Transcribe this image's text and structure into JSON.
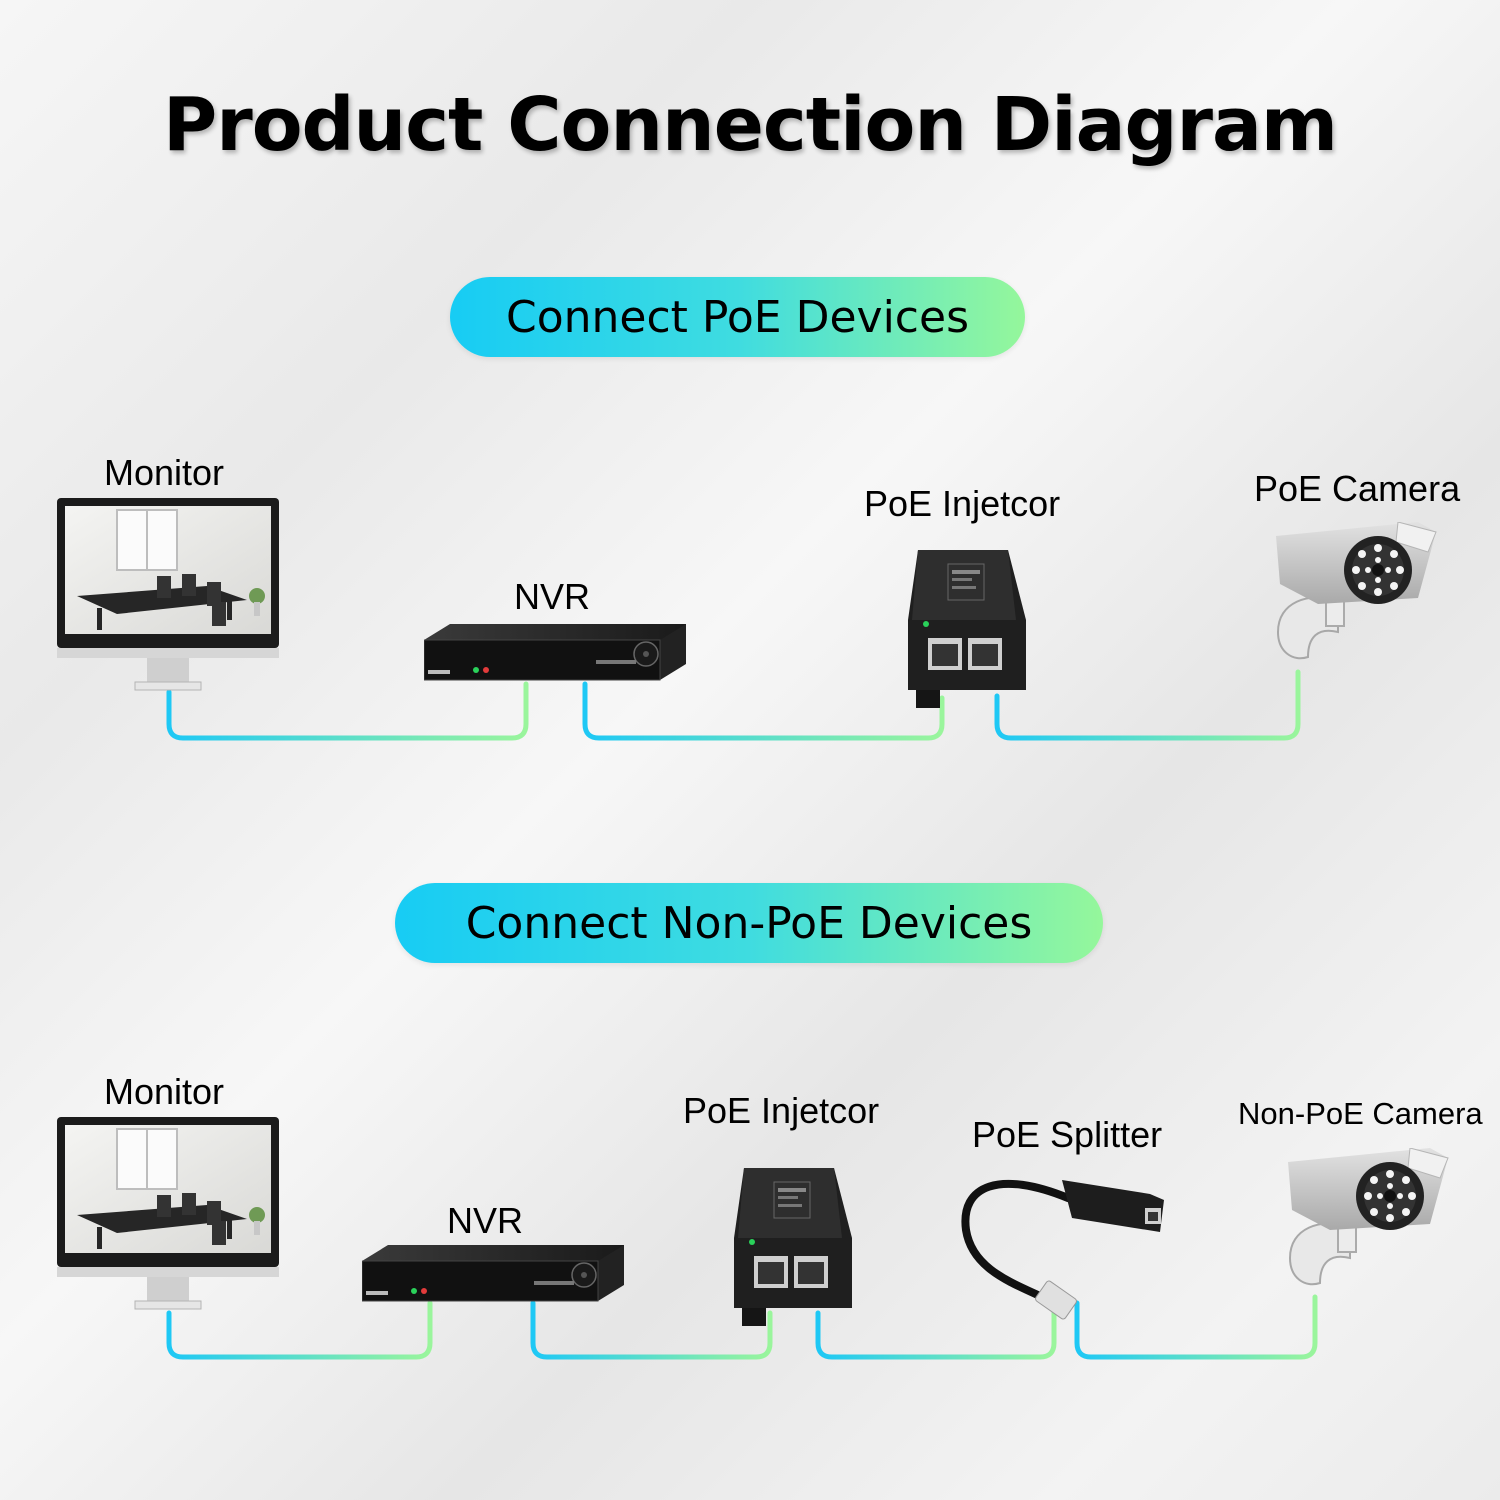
{
  "title": "Product Connection Diagram",
  "sections": [
    {
      "heading": "Connect PoE Devices",
      "devices": {
        "monitor": "Monitor",
        "nvr": "NVR",
        "injector": "PoE Injetcor",
        "camera": "PoE Camera"
      }
    },
    {
      "heading": "Connect Non-PoE Devices",
      "devices": {
        "monitor": "Monitor",
        "nvr": "NVR",
        "injector": "PoE Injetcor",
        "splitter": "PoE Splitter",
        "camera": "Non-PoE Camera"
      }
    }
  ],
  "colors": {
    "cable_start": "#1ec8f5",
    "cable_end": "#9af59c",
    "device_body": "#1e1e1e",
    "camera_body": "#cfcfcf"
  }
}
